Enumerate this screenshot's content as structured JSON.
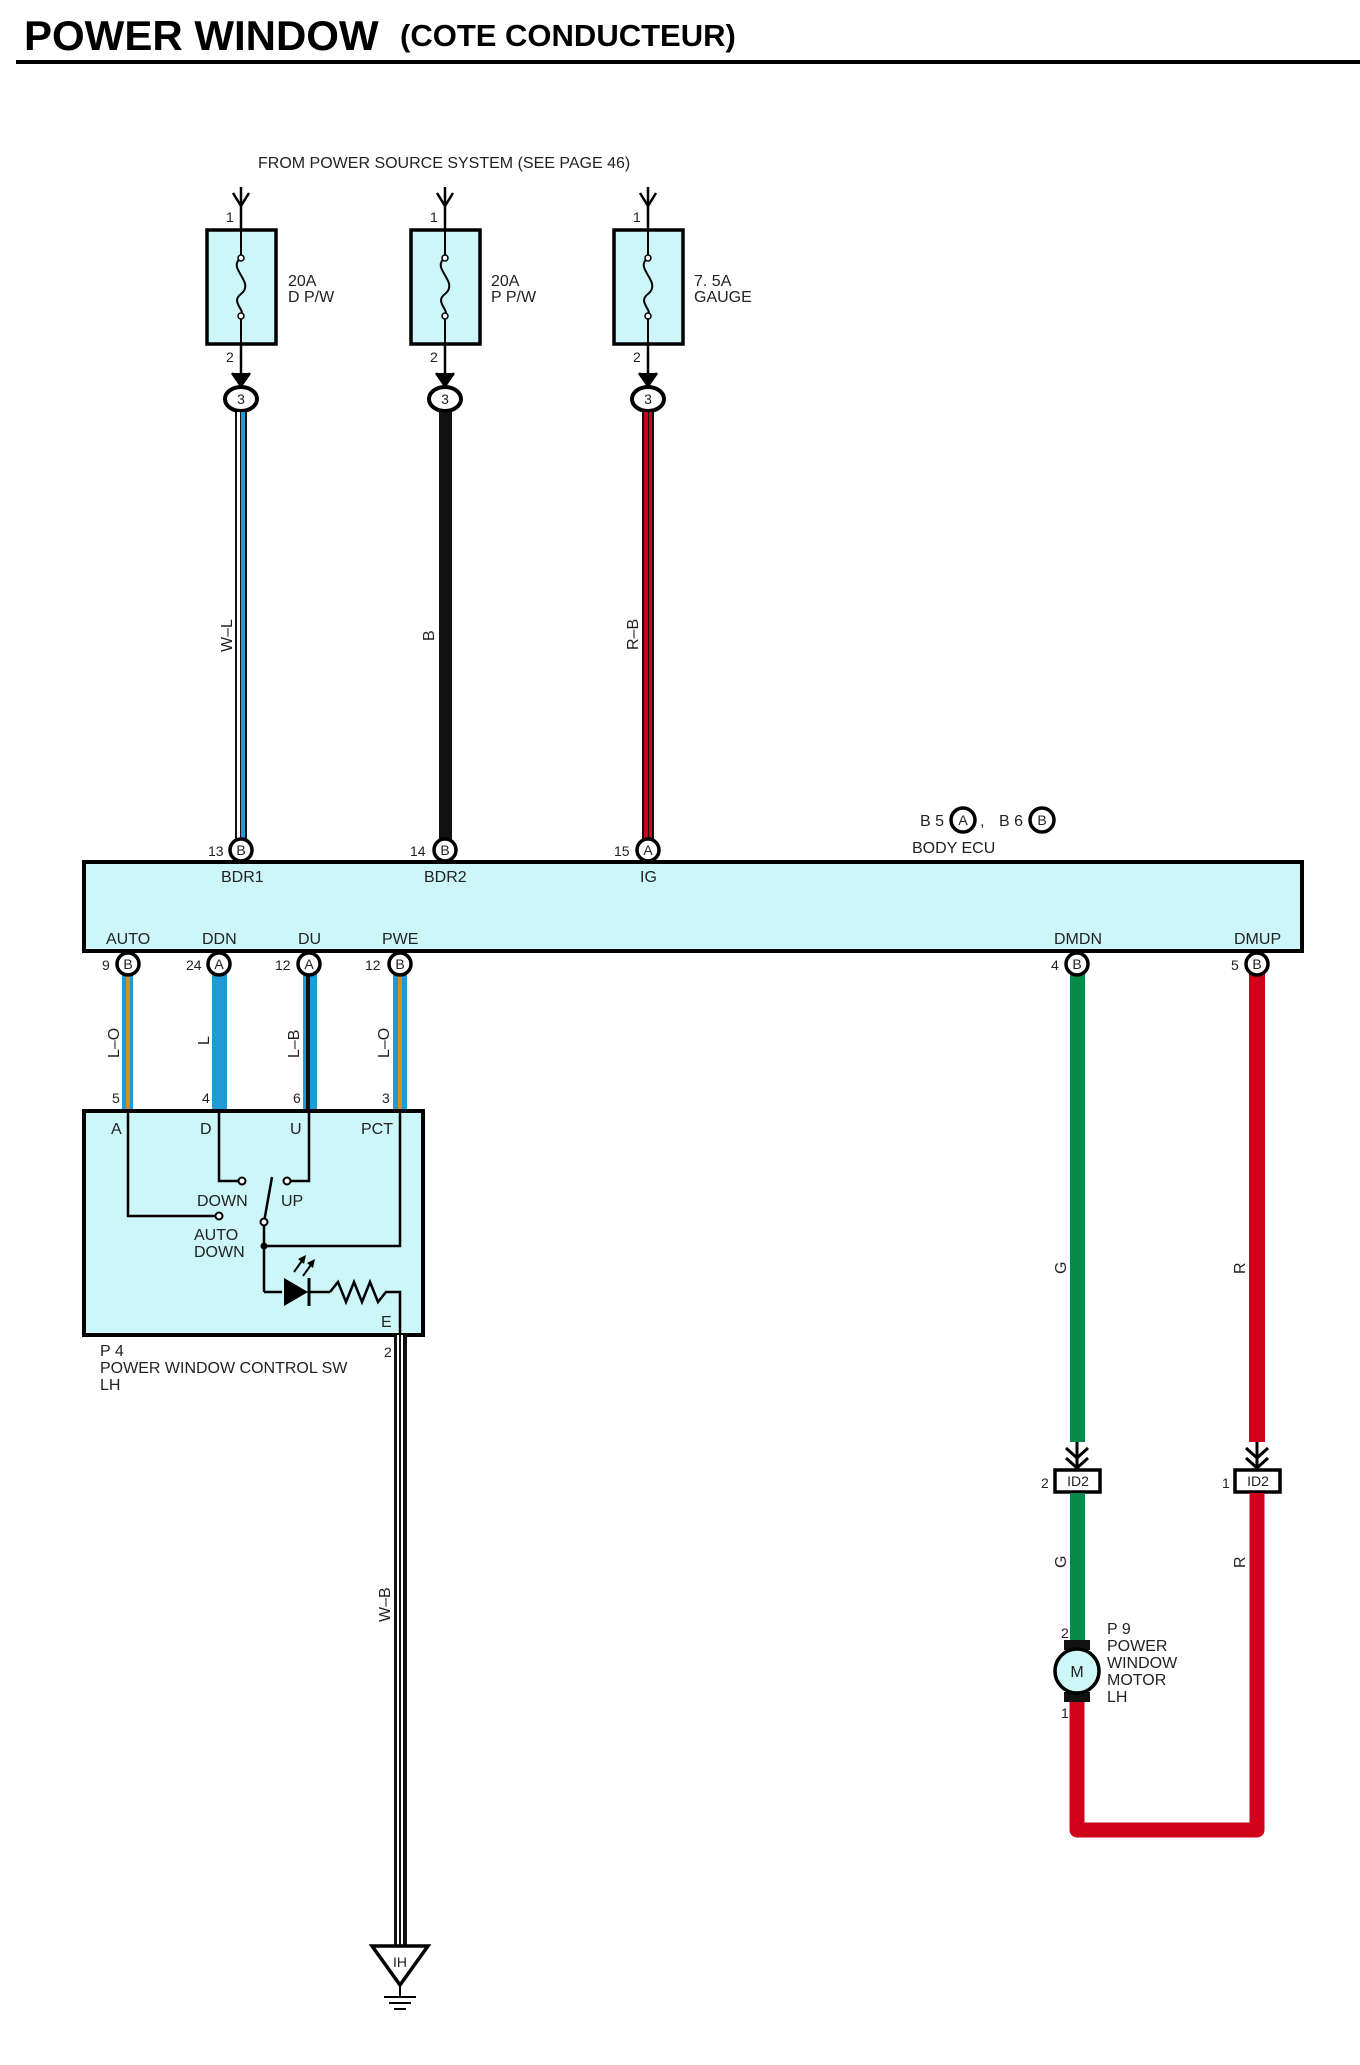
{
  "title": "POWER WINDOW",
  "subtitle": "(COTE CONDUCTEUR)",
  "colors": {
    "ecu_fill": "#ccf6f8",
    "wire_red": "#d0021b",
    "wire_green": "#078a4a",
    "wire_blue": "#1e9ad6",
    "wire_orange": "#d98e1a",
    "wire_black": "#111111"
  },
  "power_source": "FROM POWER SOURCE SYSTEM (SEE PAGE 46)",
  "fuses": [
    {
      "amp": "20A",
      "name": "D P/W",
      "pin_in": "1",
      "pin_out": "2",
      "connector": "3",
      "wire": "W–L"
    },
    {
      "amp": "20A",
      "name": "P P/W",
      "pin_in": "1",
      "pin_out": "2",
      "connector": "3",
      "wire": "B"
    },
    {
      "amp": "7. 5A",
      "name": "GAUGE",
      "pin_in": "1",
      "pin_out": "2",
      "connector": "3",
      "wire": "R–B"
    }
  ],
  "ecu": {
    "name": "BODY ECU",
    "connectors": [
      {
        "ref": "B 5",
        "letter": "A"
      },
      {
        "ref": "B 6",
        "letter": "B"
      }
    ],
    "top_pins": [
      {
        "num": "13",
        "conn": "B",
        "label": "BDR1"
      },
      {
        "num": "14",
        "conn": "B",
        "label": "BDR2"
      },
      {
        "num": "15",
        "conn": "A",
        "label": "IG"
      }
    ],
    "bottom_pins": [
      {
        "num": "9",
        "conn": "B",
        "label": "AUTO",
        "wire": "L–O"
      },
      {
        "num": "24",
        "conn": "A",
        "label": "DDN",
        "wire": "L"
      },
      {
        "num": "12",
        "conn": "A",
        "label": "DU",
        "wire": "L–B"
      },
      {
        "num": "12",
        "conn": "B",
        "label": "PWE",
        "wire": "L–O"
      },
      {
        "num": "4",
        "conn": "B",
        "label": "DMDN",
        "wire": "G"
      },
      {
        "num": "5",
        "conn": "B",
        "label": "DMUP",
        "wire": "R"
      }
    ]
  },
  "switch": {
    "ref": "P 4",
    "name": "POWER WINDOW CONTROL SW",
    "side": "LH",
    "pins": [
      {
        "num": "5",
        "label": "A"
      },
      {
        "num": "4",
        "label": "D"
      },
      {
        "num": "6",
        "label": "U"
      },
      {
        "num": "3",
        "label": "PCT"
      }
    ],
    "ground_pin": "2",
    "ground_label": "E",
    "down": "DOWN",
    "up": "UP",
    "auto_down": [
      "AUTO",
      "DOWN"
    ],
    "ground_wire": "W–B"
  },
  "junction": [
    {
      "pin": "2",
      "name": "ID2",
      "wire": "G"
    },
    {
      "pin": "1",
      "name": "ID2",
      "wire": "R"
    }
  ],
  "motor": {
    "ref": "P 9",
    "lines": [
      "POWER",
      "WINDOW",
      "MOTOR",
      "LH"
    ],
    "symbol": "M",
    "pin_top": "2",
    "pin_bottom": "1"
  },
  "ground": {
    "label": "IH"
  }
}
